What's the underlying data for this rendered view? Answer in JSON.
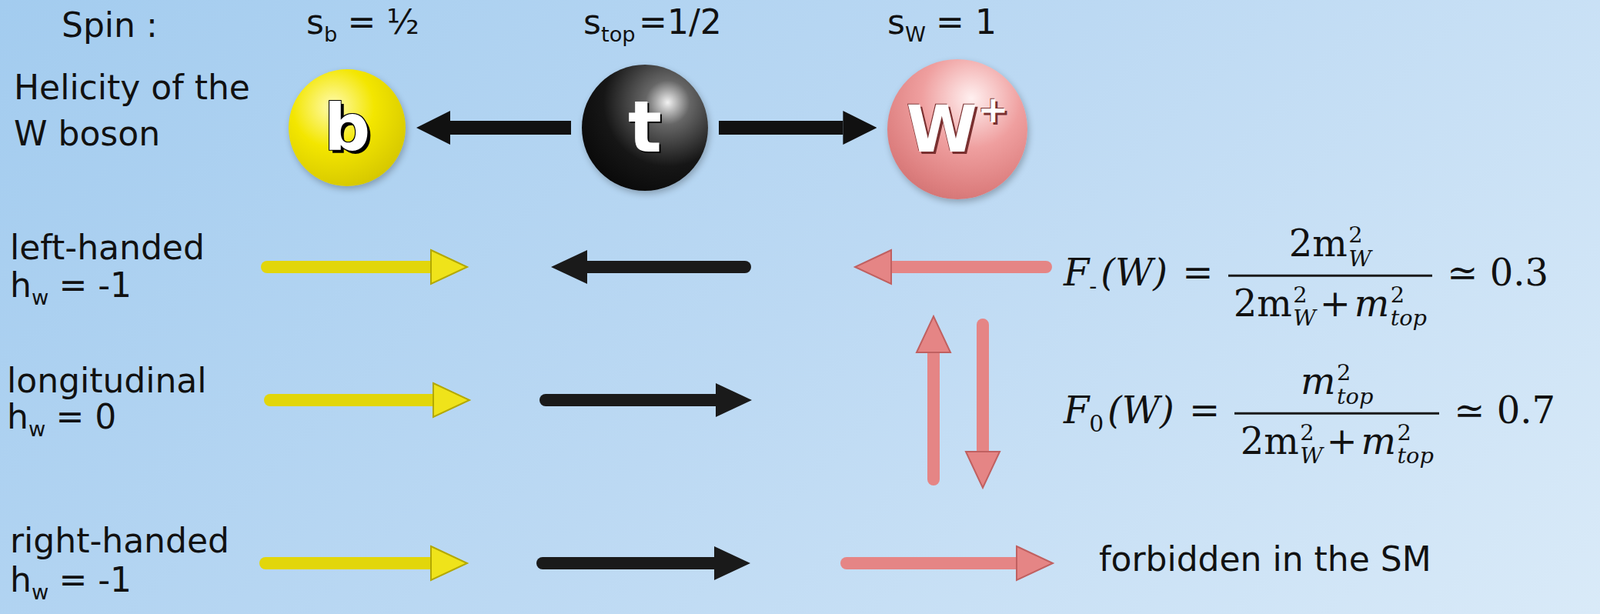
{
  "diagram": {
    "nodes": [
      {
        "text": [
          "b"
        ]
      },
      {
        "text": [
          "t"
        ]
      },
      {
        "text": [
          "W",
          "+"
        ]
      }
    ],
    "edges": [
      {
        "from": 1,
        "to": 0,
        "arrow": "to"
      },
      {
        "from": 1,
        "to": 2,
        "arrow": "to"
      }
    ],
    "labels": [
      "Spin :",
      "s",
      "b",
      "= ½",
      "s",
      "top",
      "=1/2",
      "s",
      "W",
      "= 1",
      "Helicity of the W boson",
      "left-handed",
      "h",
      "w",
      "= -1",
      "longitudinal",
      "h",
      "w",
      "= 0",
      "right-handed",
      "h",
      "w",
      "= -1",
      "F",
      "-",
      "(W)",
      "=",
      "2m",
      "2",
      "W",
      "2m",
      "2",
      "W",
      "+",
      "m",
      "2",
      "top",
      "≃ 0.3",
      "F",
      "0",
      "(W)",
      "=",
      "m",
      "2",
      "top",
      "2m",
      "2",
      "W",
      "+",
      "m",
      "2",
      "top",
      "≃ 0.7",
      "forbidden in the SM"
    ]
  }
}
